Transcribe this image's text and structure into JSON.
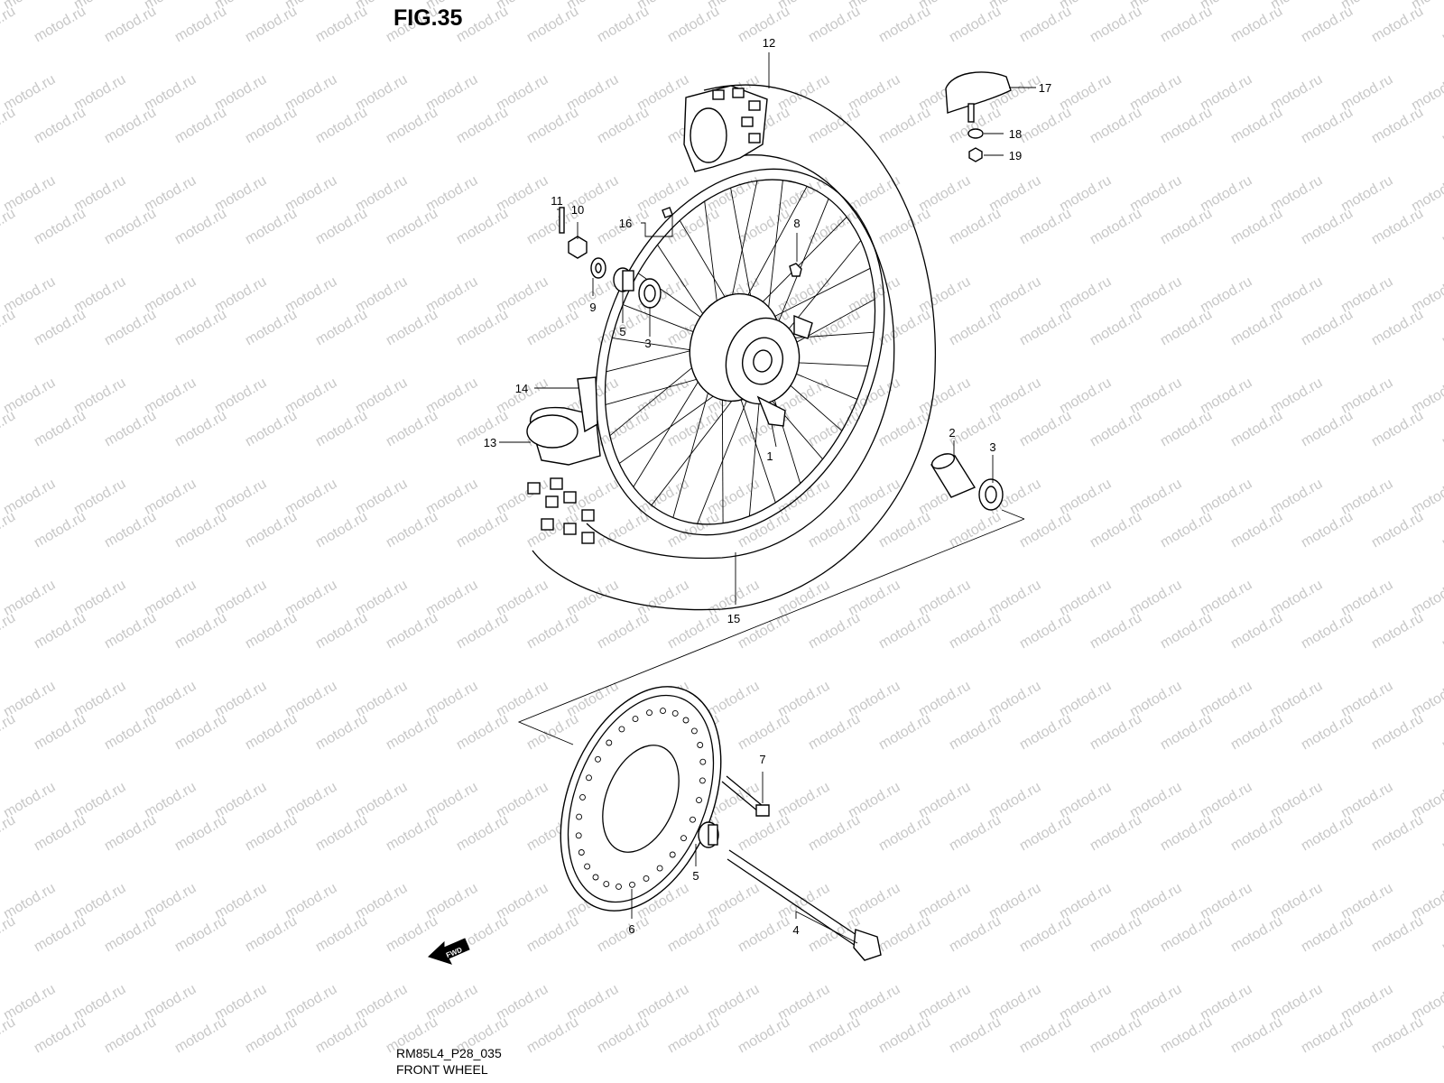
{
  "header": {
    "figure_label": "FIG.35"
  },
  "footer": {
    "drawing_code": "RM85L4_P28_035",
    "title": "FRONT WHEEL"
  },
  "watermark": {
    "text": "motod.ru",
    "color": "#c8c8c8"
  },
  "fwd_arrow": {
    "label": "FWD",
    "icon": "fwd-arrow-icon"
  },
  "callouts": [
    {
      "ref": "1"
    },
    {
      "ref": "2"
    },
    {
      "ref": "3"
    },
    {
      "ref": "3"
    },
    {
      "ref": "4"
    },
    {
      "ref": "5"
    },
    {
      "ref": "5"
    },
    {
      "ref": "6"
    },
    {
      "ref": "7"
    },
    {
      "ref": "8"
    },
    {
      "ref": "9"
    },
    {
      "ref": "10"
    },
    {
      "ref": "11"
    },
    {
      "ref": "12"
    },
    {
      "ref": "13"
    },
    {
      "ref": "14"
    },
    {
      "ref": "15"
    },
    {
      "ref": "16"
    },
    {
      "ref": "17"
    },
    {
      "ref": "18"
    },
    {
      "ref": "19"
    }
  ]
}
